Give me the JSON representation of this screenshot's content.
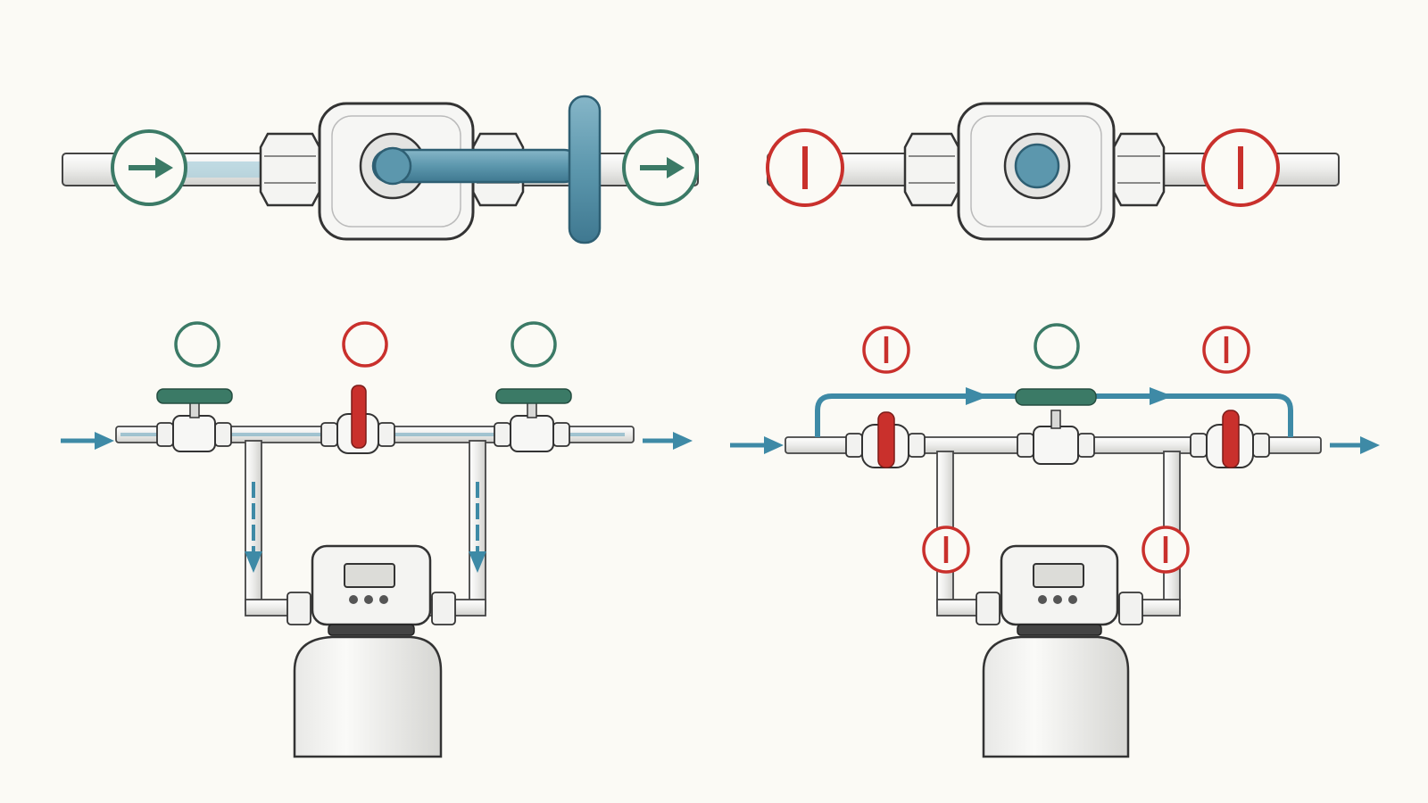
{
  "diagram": {
    "colors": {
      "background": "#fbfaf5",
      "open": "#3b7a66",
      "closed": "#c9302c",
      "water": "#3e8aa6",
      "pipe": "#f2f2f0",
      "outline": "#333333",
      "handle_blue": "#5c97ad"
    },
    "panels": [
      {
        "id": "valve-open",
        "state_icons": [
          "arrow-right-circle-icon",
          "arrow-right-circle-icon"
        ],
        "flow": true
      },
      {
        "id": "valve-closed",
        "state_icons": [
          "closed-bar-circle-icon",
          "closed-bar-circle-icon"
        ],
        "flow": false
      },
      {
        "id": "service-mode",
        "valve_states": [
          "open",
          "closed",
          "open"
        ],
        "softener_flow": true
      },
      {
        "id": "bypass-mode",
        "valve_states": [
          "closed",
          "open",
          "closed"
        ],
        "softener_flow": false
      }
    ]
  }
}
